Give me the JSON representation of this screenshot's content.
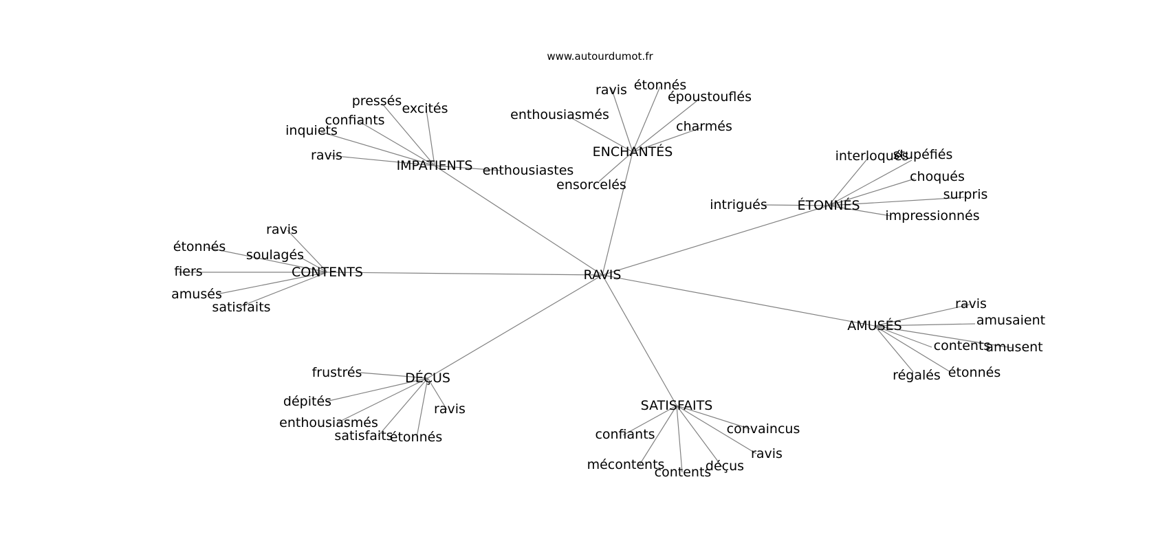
{
  "source": "www.autourdumot.fr",
  "colors": {
    "edge": "#808080",
    "text": "#000000",
    "background": "#ffffff"
  },
  "graph": {
    "center": "RAVIS",
    "clusters": [
      {
        "label": "IMPATIENTS",
        "words": [
          "pressés",
          "excités",
          "confiants",
          "inquiets",
          "ravis",
          "enthousiastes"
        ]
      },
      {
        "label": "ENCHANTÉS",
        "words": [
          "ravis",
          "étonnés",
          "époustouflés",
          "enthousiasmés",
          "charmés",
          "ensorcelés"
        ]
      },
      {
        "label": "ÉTONNÉS",
        "words": [
          "interloqués",
          "stupéfiés",
          "choqués",
          "intrigués",
          "surpris",
          "impressionnés"
        ]
      },
      {
        "label": "CONTENTS",
        "words": [
          "ravis",
          "étonnés",
          "soulagés",
          "fiers",
          "amusés",
          "satisfaits"
        ]
      },
      {
        "label": "AMUSÉS",
        "words": [
          "ravis",
          "amusaient",
          "contents",
          "amusent",
          "régalés",
          "étonnés"
        ]
      },
      {
        "label": "DÉÇUS",
        "words": [
          "frustrés",
          "dépités",
          "ravis",
          "enthousiasmés",
          "satisfaits",
          "étonnés"
        ]
      },
      {
        "label": "SATISFAITS",
        "words": [
          "confiants",
          "convaincus",
          "ravis",
          "mécontents",
          "contents",
          "déçus"
        ]
      }
    ]
  }
}
